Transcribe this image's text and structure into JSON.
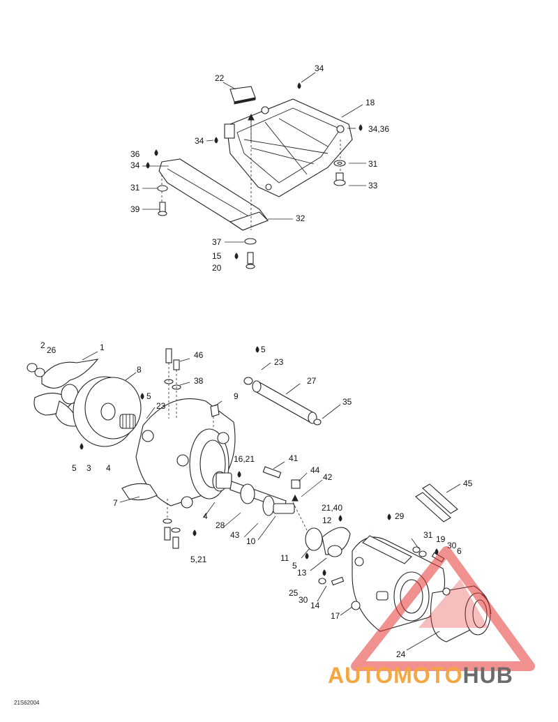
{
  "labels": {
    "top": [
      {
        "id": "l22",
        "text": "22"
      },
      {
        "id": "l34a",
        "text": "34"
      },
      {
        "id": "l18",
        "text": "18"
      },
      {
        "id": "l34b",
        "text": "34"
      },
      {
        "id": "l3436",
        "text": "34,36"
      },
      {
        "id": "l36",
        "text": "36"
      },
      {
        "id": "l34c",
        "text": "34"
      },
      {
        "id": "l31a",
        "text": "31"
      },
      {
        "id": "l31b",
        "text": "31"
      },
      {
        "id": "l33",
        "text": "33"
      },
      {
        "id": "l39",
        "text": "39"
      },
      {
        "id": "l32",
        "text": "32"
      },
      {
        "id": "l37",
        "text": "37"
      },
      {
        "id": "l15",
        "text": "15"
      },
      {
        "id": "l20",
        "text": "20"
      }
    ],
    "bottom": [
      {
        "id": "b2",
        "text": "2"
      },
      {
        "id": "b26",
        "text": "26"
      },
      {
        "id": "b1",
        "text": "1"
      },
      {
        "id": "b8",
        "text": "8"
      },
      {
        "id": "b46",
        "text": "46"
      },
      {
        "id": "b5a",
        "text": "5"
      },
      {
        "id": "b23a",
        "text": "23"
      },
      {
        "id": "b27",
        "text": "27"
      },
      {
        "id": "b38",
        "text": "38"
      },
      {
        "id": "b9",
        "text": "9"
      },
      {
        "id": "b5b",
        "text": "5"
      },
      {
        "id": "b23b",
        "text": "23"
      },
      {
        "id": "b35",
        "text": "35"
      },
      {
        "id": "b1621",
        "text": "16,21"
      },
      {
        "id": "b41",
        "text": "41"
      },
      {
        "id": "b44",
        "text": "44"
      },
      {
        "id": "b42",
        "text": "42"
      },
      {
        "id": "b5c",
        "text": "5"
      },
      {
        "id": "b3",
        "text": "3"
      },
      {
        "id": "b4a",
        "text": "4"
      },
      {
        "id": "b45",
        "text": "45"
      },
      {
        "id": "b7",
        "text": "7"
      },
      {
        "id": "b4b",
        "text": "4"
      },
      {
        "id": "b2140",
        "text": "21,40"
      },
      {
        "id": "b29",
        "text": "29"
      },
      {
        "id": "b12",
        "text": "12"
      },
      {
        "id": "b28",
        "text": "28"
      },
      {
        "id": "b43",
        "text": "43"
      },
      {
        "id": "b10",
        "text": "10"
      },
      {
        "id": "b31",
        "text": "31"
      },
      {
        "id": "b19",
        "text": "19"
      },
      {
        "id": "b30a",
        "text": "30"
      },
      {
        "id": "b6",
        "text": "6"
      },
      {
        "id": "b11",
        "text": "11"
      },
      {
        "id": "b521",
        "text": "5,21"
      },
      {
        "id": "b5d",
        "text": "5"
      },
      {
        "id": "b13",
        "text": "13"
      },
      {
        "id": "b25",
        "text": "25"
      },
      {
        "id": "b30b",
        "text": "30"
      },
      {
        "id": "b14",
        "text": "14"
      },
      {
        "id": "b17",
        "text": "17"
      },
      {
        "id": "b24",
        "text": "24"
      }
    ]
  },
  "drawing_code": "21S62004",
  "watermark": {
    "auto": "AUTO",
    "moto": "MOTO",
    "hub": "HUB",
    "accent": "#f4a640",
    "gray": "#6b6b6b",
    "triangle": "#e53935"
  }
}
